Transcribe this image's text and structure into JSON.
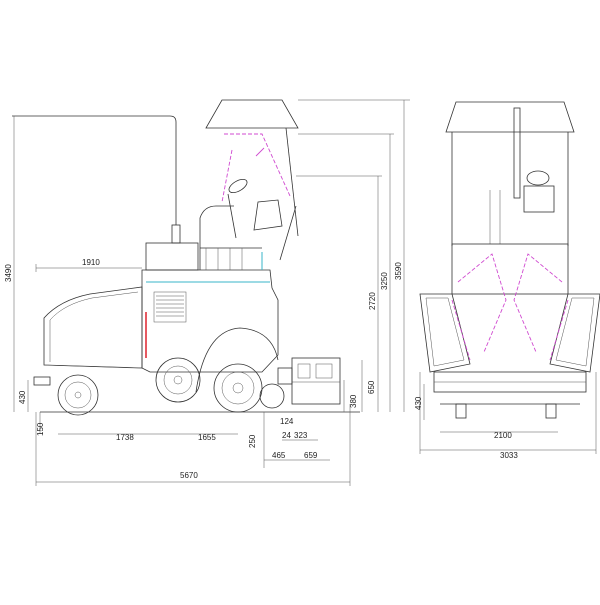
{
  "side_view": {
    "dims": {
      "overall_height": "3490",
      "canopy_height": "3590",
      "height_3250": "3250",
      "height_2720": "2720",
      "hopper_width": "1910",
      "wheel_spacing": "1738",
      "mid_span": "1655",
      "total_length": "5670",
      "low_430": "430",
      "low_150": "150",
      "d_250": "250",
      "d_124": "124",
      "d_24": "24",
      "d_323": "323",
      "d_465": "465",
      "d_659": "659",
      "h_380": "380",
      "h_650": "650"
    }
  },
  "rear_view": {
    "dims": {
      "low_430": "430",
      "track_width": "2100",
      "overall_width": "3033"
    }
  },
  "colors": {
    "outline": "#333333",
    "pink": "#d04ad0",
    "cyan": "#38b6c8",
    "red": "#e0303a"
  }
}
